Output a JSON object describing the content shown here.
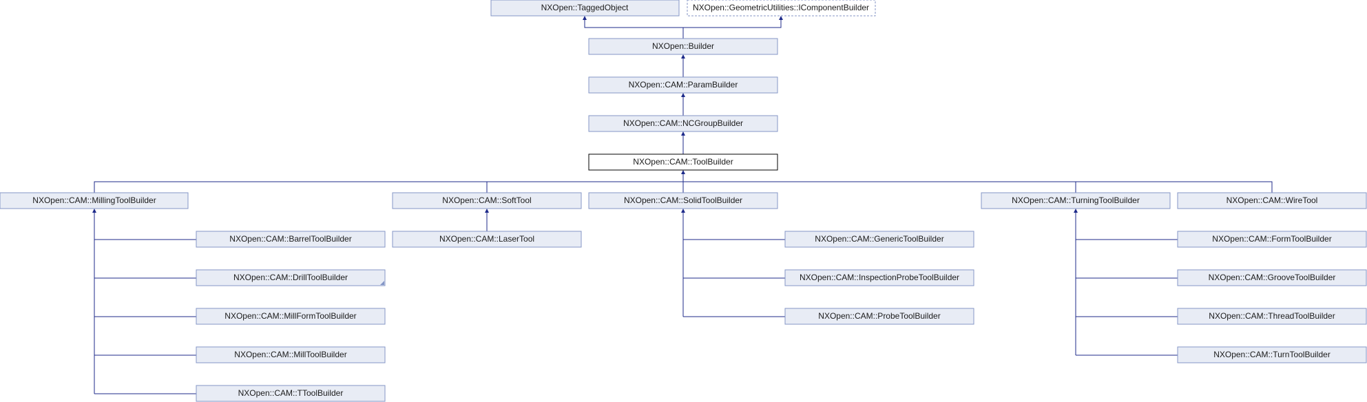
{
  "nodes": {
    "tagged_object": "NXOpen::TaggedObject",
    "icomponent_builder": "NXOpen::GeometricUtilities::IComponentBuilder",
    "builder": "NXOpen::Builder",
    "param_builder": "NXOpen::CAM::ParamBuilder",
    "ncgroup_builder": "NXOpen::CAM::NCGroupBuilder",
    "tool_builder": "NXOpen::CAM::ToolBuilder",
    "milling_tool_builder": "NXOpen::CAM::MillingToolBuilder",
    "soft_tool": "NXOpen::CAM::SoftTool",
    "solid_tool_builder": "NXOpen::CAM::SolidToolBuilder",
    "turning_tool_builder": "NXOpen::CAM::TurningToolBuilder",
    "wire_tool": "NXOpen::CAM::WireTool",
    "barrel_tool_builder": "NXOpen::CAM::BarrelToolBuilder",
    "drill_tool_builder": "NXOpen::CAM::DrillToolBuilder",
    "mill_form_tool_builder": "NXOpen::CAM::MillFormToolBuilder",
    "mill_tool_builder": "NXOpen::CAM::MillToolBuilder",
    "t_tool_builder": "NXOpen::CAM::TToolBuilder",
    "laser_tool": "NXOpen::CAM::LaserTool",
    "generic_tool_builder": "NXOpen::CAM::GenericToolBuilder",
    "inspection_probe_tool_builder": "NXOpen::CAM::InspectionProbeToolBuilder",
    "probe_tool_builder": "NXOpen::CAM::ProbeToolBuilder",
    "form_tool_builder": "NXOpen::CAM::FormToolBuilder",
    "groove_tool_builder": "NXOpen::CAM::GrooveToolBuilder",
    "thread_tool_builder": "NXOpen::CAM::ThreadToolBuilder",
    "turn_tool_builder": "NXOpen::CAM::TurnToolBuilder"
  },
  "colors": {
    "node_fill": "#e8ecf5",
    "node_border": "#8496c6",
    "edge": "#1d2a8a",
    "current_border": "#000000"
  }
}
